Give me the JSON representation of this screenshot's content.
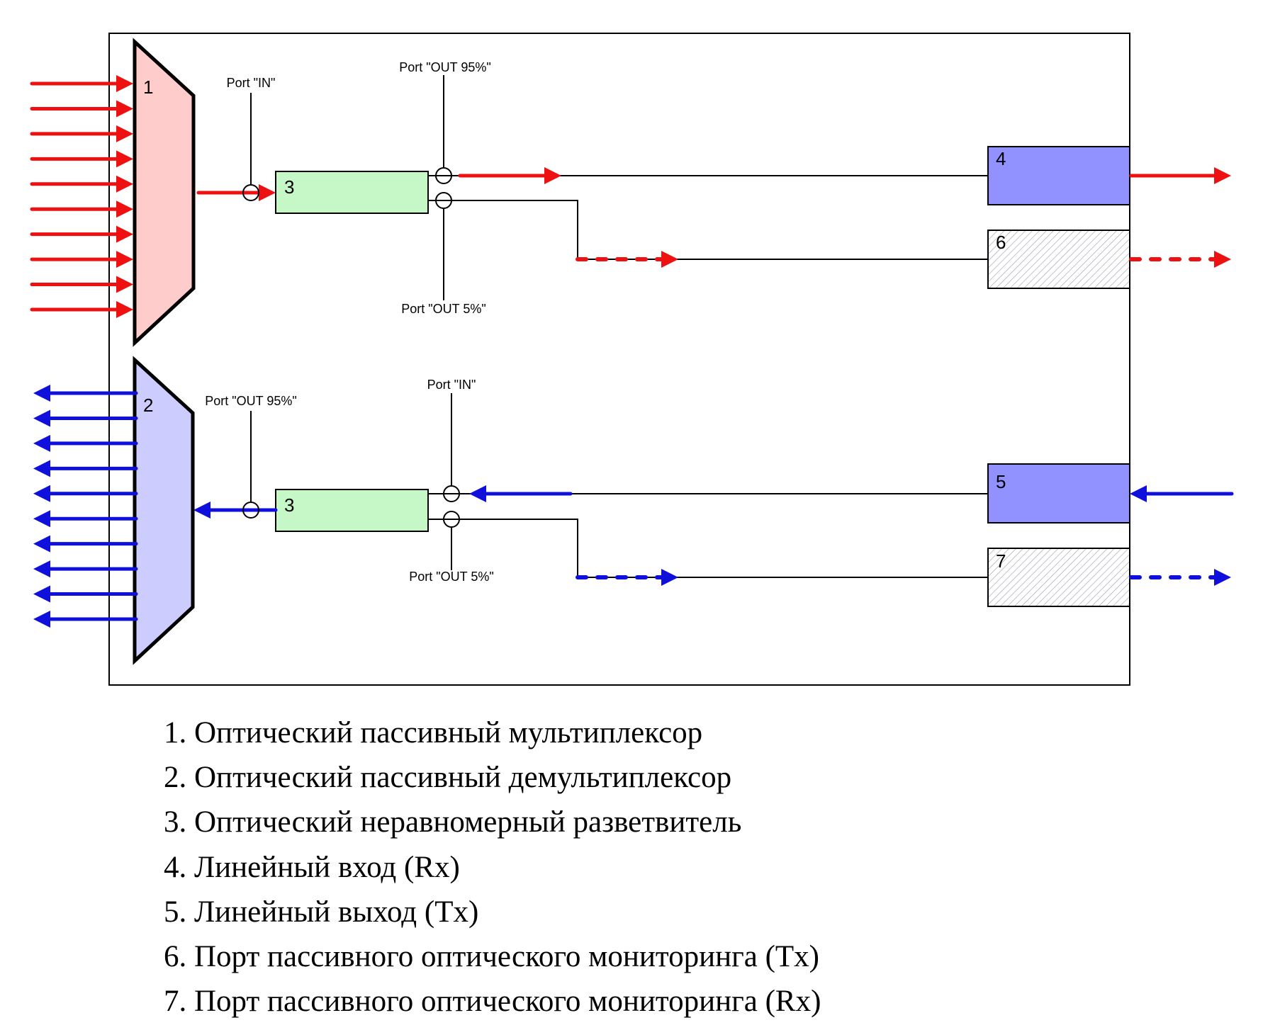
{
  "colors": {
    "forward": "#ee1111",
    "reverse": "#1010dd",
    "mux_fill": "#ffcccc",
    "demux_fill": "#ccccff",
    "splitter_fill": "#c6f7c6",
    "line_port_fill": "#9191ff",
    "monitor_hatch": "#9a9aa8",
    "stroke": "#000000"
  },
  "diagram": {
    "mux": {
      "label": "1",
      "channels": 10,
      "direction": "in"
    },
    "demux": {
      "label": "2",
      "channels": 10,
      "direction": "out"
    },
    "tx_splitter": {
      "label": "3",
      "ports": {
        "in": "Port \"IN\"",
        "out_main": "Port \"OUT 95%\"",
        "out_tap": "Port \"OUT 5%\""
      }
    },
    "rx_splitter": {
      "label": "3",
      "ports": {
        "in": "Port \"IN\"",
        "out_main": "Port \"OUT 95%\"",
        "out_tap": "Port \"OUT 5%\""
      }
    },
    "line_in": {
      "label": "4"
    },
    "line_out": {
      "label": "5"
    },
    "monitor_tx": {
      "label": "6"
    },
    "monitor_rx": {
      "label": "7"
    }
  },
  "legend": [
    "1. Оптический пассивный мультиплексор",
    "2. Оптический пассивный демультиплексор",
    "3. Оптический неравномерный разветвитель",
    "4. Линейный вход (Rx)",
    "5. Линейный выход (Tx)",
    "6. Порт пассивного оптического мониторинга (Tx)",
    "7. Порт пассивного оптического мониторинга (Rx)"
  ]
}
